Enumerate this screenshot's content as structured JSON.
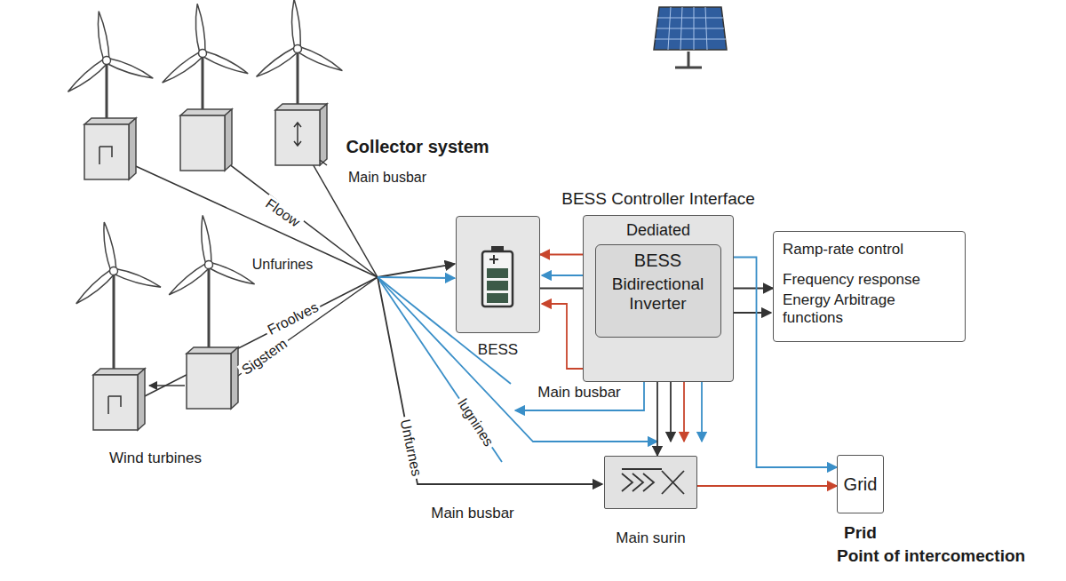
{
  "diagram": {
    "nodes": [
      {
        "text": [
          "BESS"
        ]
      },
      {
        "text": [
          "BESS Controller Interface",
          "Dediated"
        ]
      },
      {
        "text": [
          "BESS",
          "Bidirectional Inverter"
        ],
        "in": 1
      },
      {
        "text": [
          "Ramp-rate control",
          "Frequency response",
          "Energy Arbitrage functions"
        ]
      },
      {
        "text": [
          "Main surin"
        ]
      },
      {
        "text": [
          "Grid",
          "Prid",
          "Point of intercomection"
        ]
      }
    ],
    "edges": [
      {
        "from": 2,
        "to": 0,
        "arrow": "to"
      },
      {
        "from": 0,
        "to": 2,
        "arrow": "to"
      },
      {
        "from": 2,
        "to": 3,
        "arrow": "to"
      },
      {
        "from": 2,
        "to": 4,
        "arrow": "to"
      },
      {
        "from": 4,
        "to": 5,
        "arrow": "to"
      },
      {
        "from": 2,
        "to": 5,
        "arrow": "to"
      }
    ],
    "labels": [
      "Collector system",
      "Main busbar",
      "Floow",
      "Unfurines",
      "Froolves",
      "Sigstem",
      "Wind turbines",
      "Main busbar",
      "lugnines",
      "Unfurnes",
      "Main busbar"
    ]
  }
}
